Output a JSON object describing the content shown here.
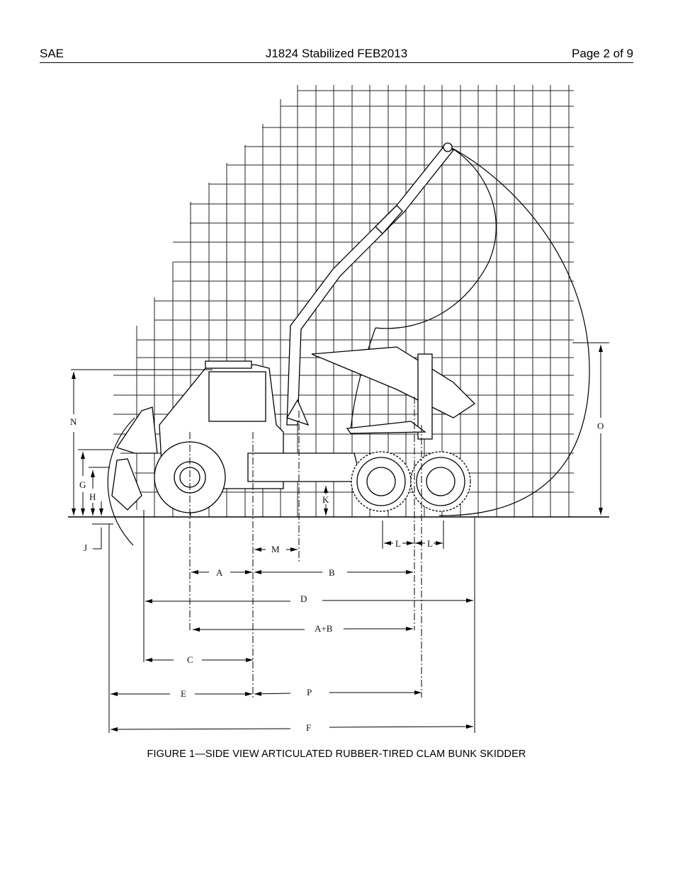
{
  "header": {
    "left": "SAE",
    "center": "J1824 Stabilized FEB2013",
    "right": "Page 2 of 9"
  },
  "figure": {
    "caption": "FIGURE 1—SIDE VIEW ARTICULATED RUBBER-TIRED CLAM BUNK SKIDDER",
    "dimension_labels": {
      "N": "N",
      "G": "G",
      "H": "H",
      "J": "J",
      "K": "K",
      "O": "O",
      "L1": "L",
      "L2": "L",
      "M": "M",
      "A": "A",
      "B": "B",
      "D": "D",
      "AB": "A+B",
      "C": "C",
      "E": "E",
      "P": "P",
      "F": "F"
    }
  }
}
